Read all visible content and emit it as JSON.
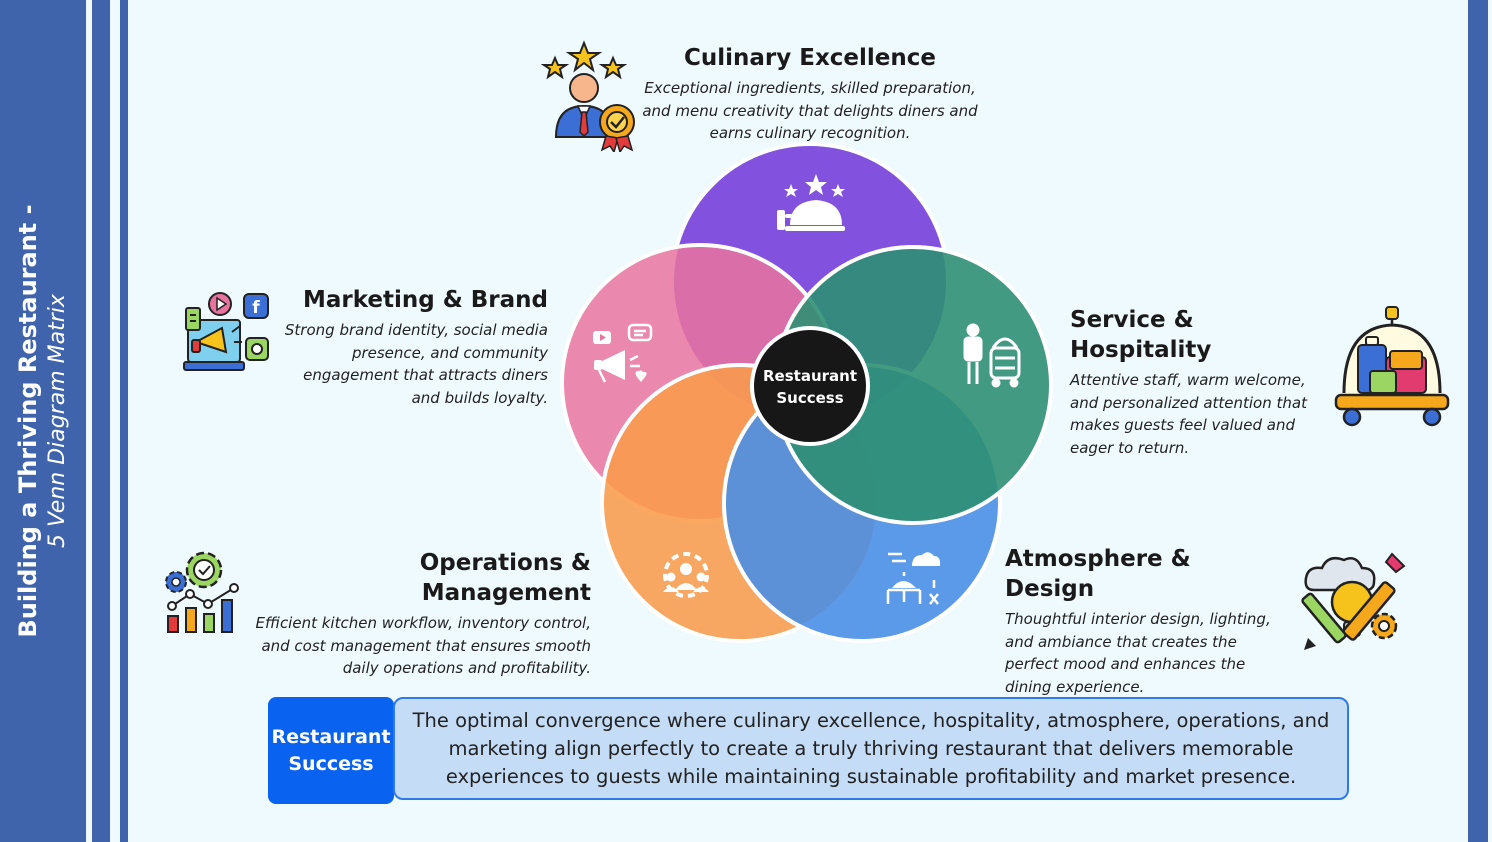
{
  "sidebar": {
    "title": "Building a Thriving Restaurant -",
    "subtitle": "5 Venn Diagram Matrix"
  },
  "center": {
    "line1": "Restaurant",
    "line2": "Success"
  },
  "segments": [
    {
      "key": "culinary",
      "title": "Culinary Excellence",
      "description": "Exceptional ingredients, skilled preparation, and menu creativity that delights diners and earns culinary recognition.",
      "color": "#7a45dc",
      "icon": "chef-rating-icon"
    },
    {
      "key": "service",
      "title": "Service & Hospitality",
      "description": "Attentive staff, warm welcome, and personalized attention that makes guests feel valued and eager to return.",
      "color": "#2e8f73",
      "icon": "bellhop-icon"
    },
    {
      "key": "atmosphere",
      "title": "Atmosphere & Design",
      "description": "Thoughtful interior design, lighting, and ambiance that creates the perfect mood and enhances the dining experience.",
      "color": "#4a8fe6",
      "icon": "dining-table-icon"
    },
    {
      "key": "operations",
      "title": "Operations & Management",
      "description": "Efficient kitchen workflow, inventory control, and cost management that ensures smooth daily operations and profitability.",
      "color": "#f99b4c",
      "icon": "team-gear-icon"
    },
    {
      "key": "marketing",
      "title": "Marketing & Brand",
      "description": "Strong brand identity, social media presence, and community engagement that attracts diners and builds loyalty.",
      "color": "#e9739f",
      "icon": "megaphone-icon"
    }
  ],
  "summary": {
    "label": "Restaurant Success",
    "text": "The optimal convergence where culinary excellence, hospitality, atmosphere, operations, and marketing align perfectly to create a truly thriving restaurant that delivers memorable experiences to guests while maintaining sustainable profitability and market presence."
  }
}
